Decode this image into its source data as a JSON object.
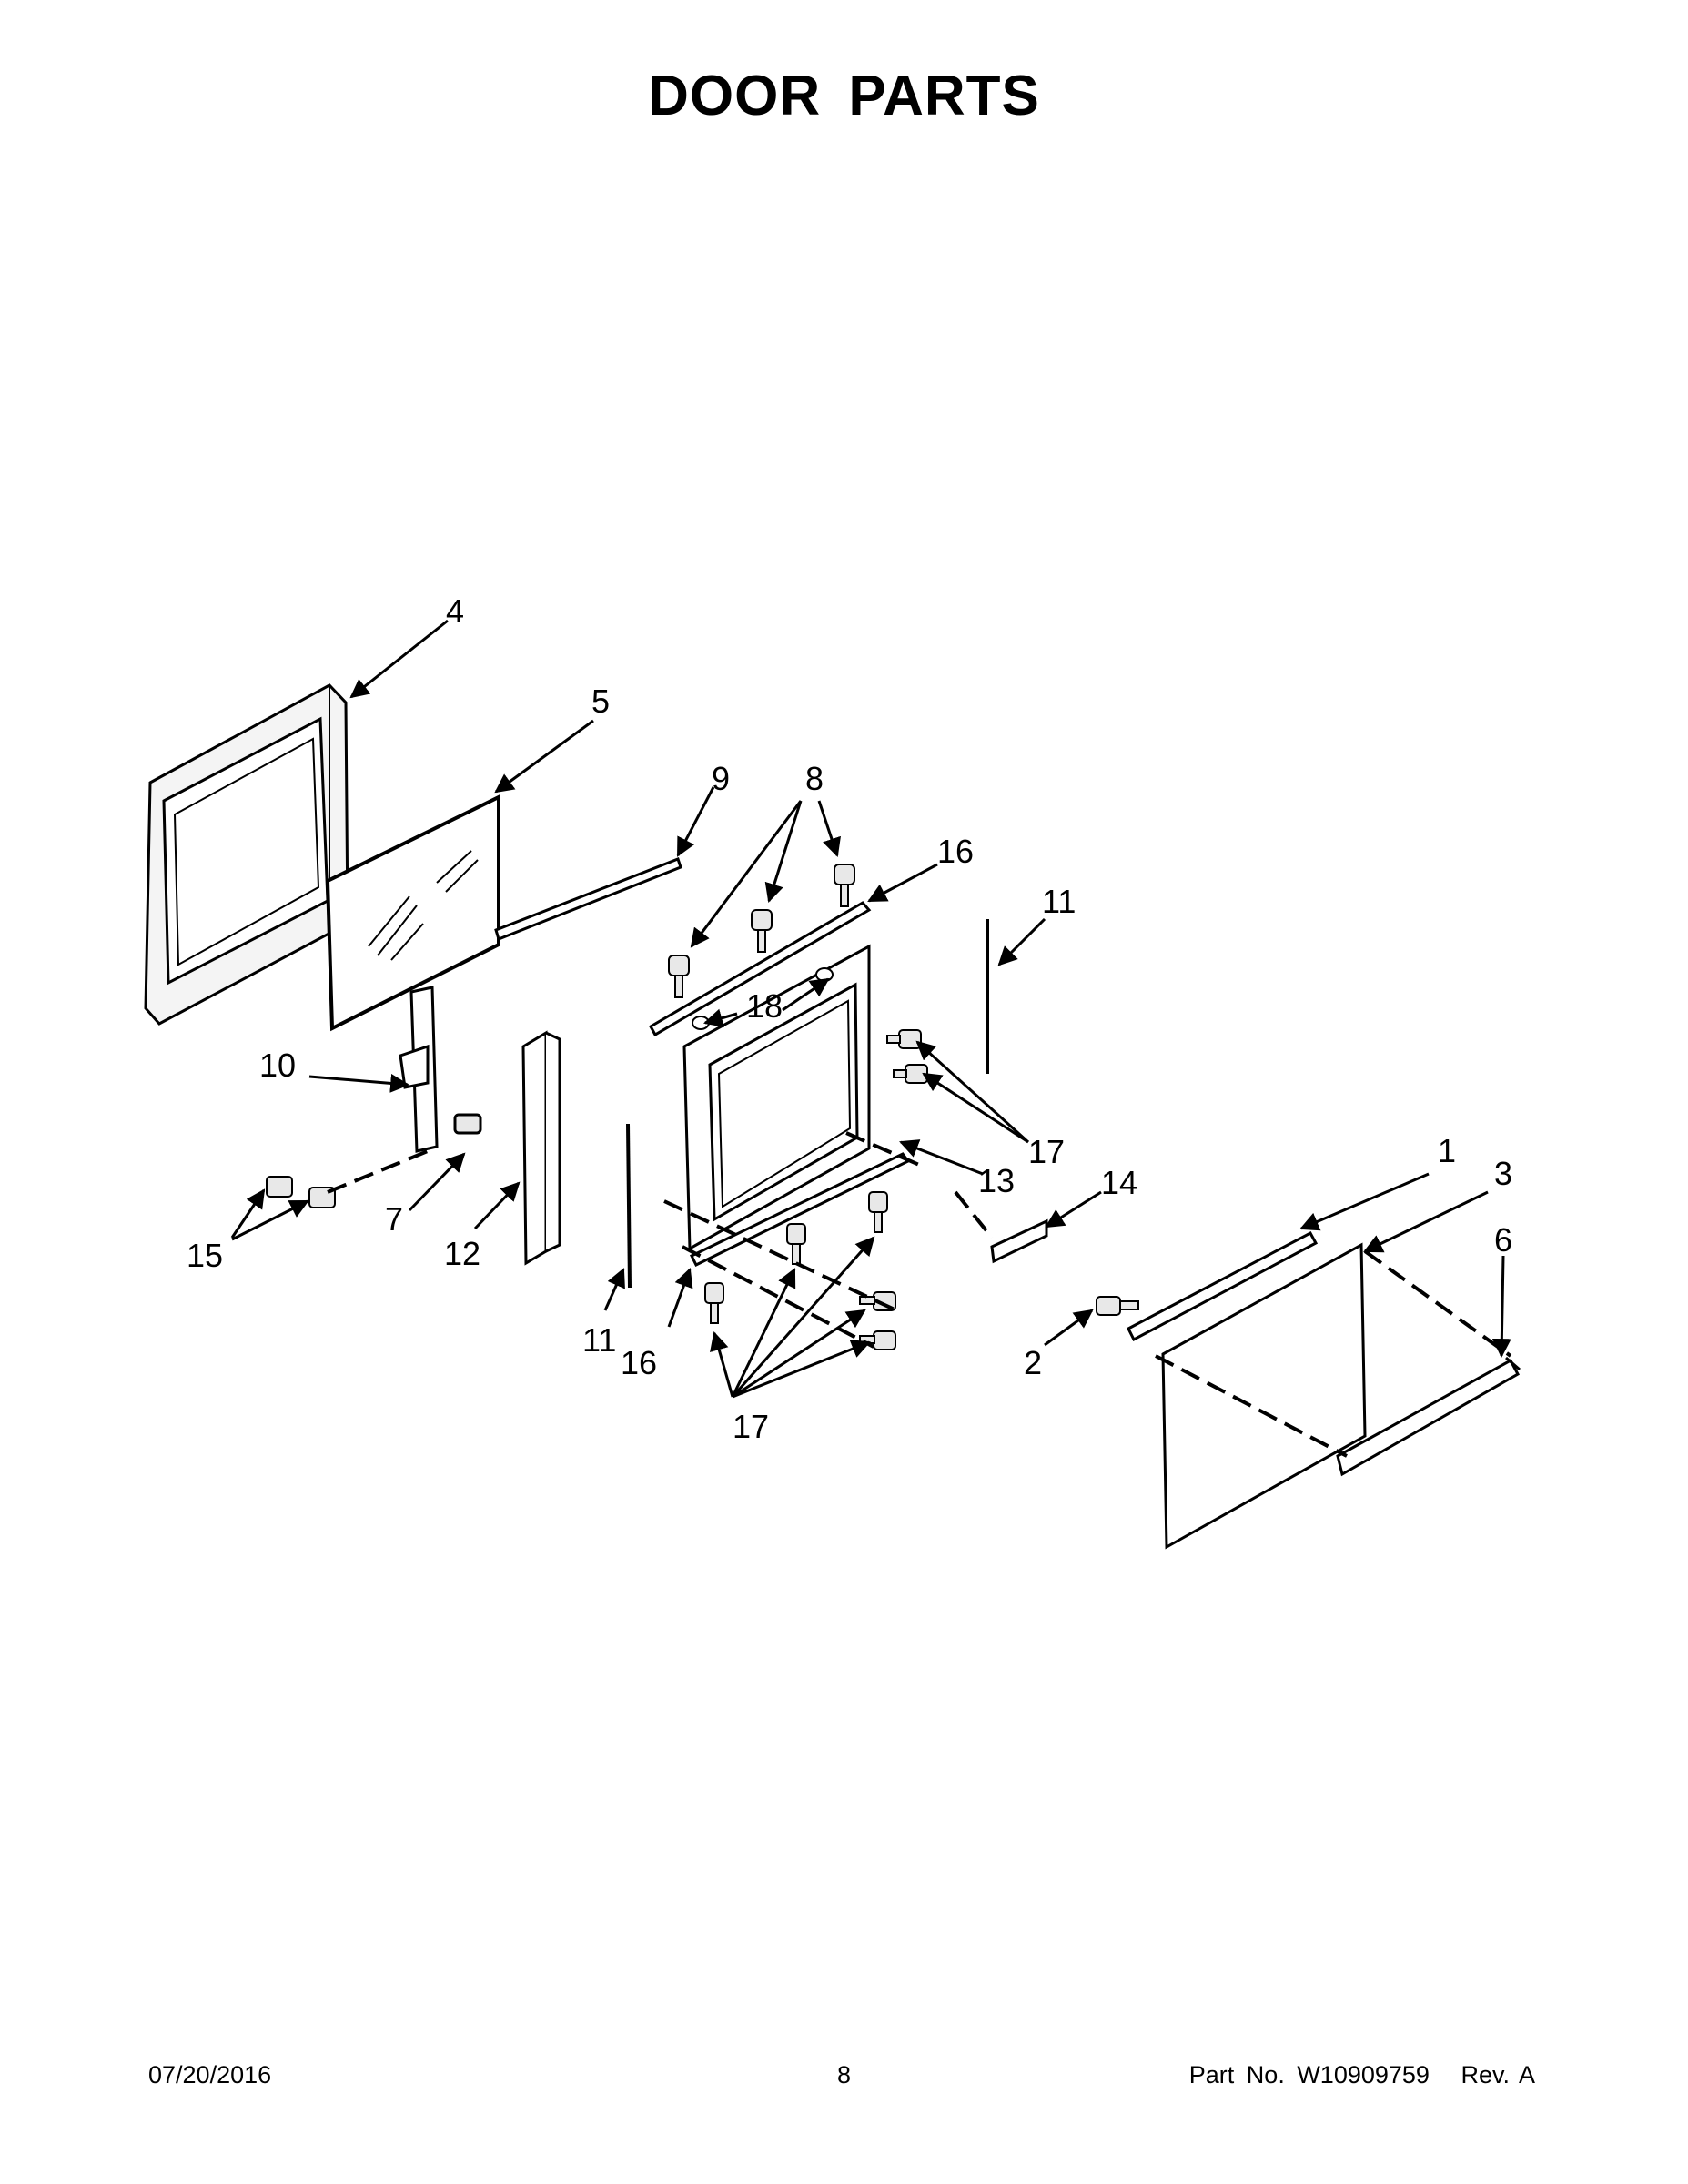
{
  "page": {
    "title": "DOOR PARTS"
  },
  "callouts": {
    "c1": "1",
    "c2": "2",
    "c3": "3",
    "c4": "4",
    "c5": "5",
    "c6": "6",
    "c7": "7",
    "c8": "8",
    "c9": "9",
    "c10": "10",
    "c11a": "11",
    "c11b": "11",
    "c12": "12",
    "c13": "13",
    "c14": "14",
    "c15": "15",
    "c16a": "16",
    "c16b": "16",
    "c17a": "17",
    "c17b": "17",
    "c18": "18"
  },
  "footer": {
    "date": "07/20/2016",
    "page_number": "8",
    "part_label": "Part No.  W10909759",
    "rev_label": "Rev.  A"
  }
}
